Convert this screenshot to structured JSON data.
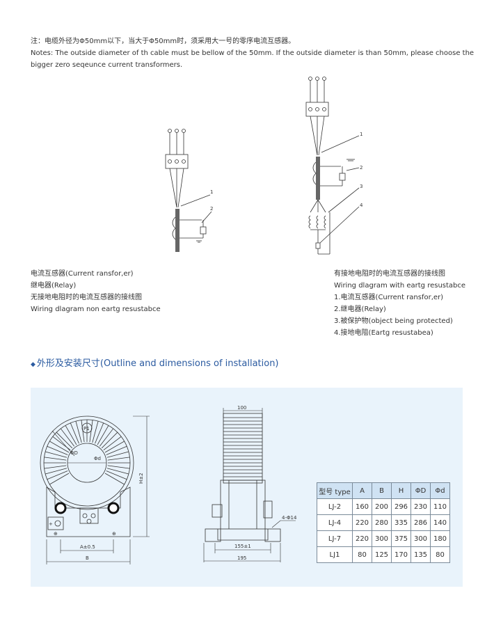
{
  "notes": {
    "line1": "注：电缆外径为Φ50mm以下，当大于Φ50mm时，须采用大一号的零序电流互感器。",
    "line2": "Notes: The outside diameter of th cable must be bellow of the 50mm. If the outside diameter is than 50mm, please choose the",
    "line3": " bigger zero seqeunce current transformers."
  },
  "diagram_left": {
    "label1": "1",
    "label2": "2",
    "caption": [
      "电流互感器(Current ransfor,er)",
      "继电器(Relay)",
      "无接地电阻时的电流互感器的接线图",
      "Wiring dlagram non eartg resustabce"
    ]
  },
  "diagram_right": {
    "label1": "1",
    "label2": "2",
    "label3": "3",
    "label4": "4",
    "caption": [
      "有接地电阻时的电流互感器的接线图",
      "Wiring dlagram with  eartg resustabce",
      "1.电流互感器(Current ransfor,er)",
      "2.继电器(Relay)",
      "3.被保护物(object being protected)",
      "4.接地电阻(Eartg resustabea)"
    ]
  },
  "section": {
    "bullet": "◆",
    "title": "外形及安装尺寸(Outline and dimensions of installation)"
  },
  "front_view": {
    "p1": "P1",
    "d_label": "ΦD",
    "phid_label": "Φd",
    "h_label": "H±2",
    "a_label": "A±0.5",
    "b_label": "B",
    "plus": "+",
    "ground": "⊕"
  },
  "side_view": {
    "top_dim": "100",
    "hole_dim": "4-Φ14",
    "inner_dim": "155±1",
    "outer_dim": "195"
  },
  "spec_table": {
    "headers": [
      "型号 type",
      "A",
      "B",
      "H",
      "ΦD",
      "Φd"
    ],
    "rows": [
      [
        "LJ-2",
        "160",
        "200",
        "296",
        "230",
        "110"
      ],
      [
        "LJ-4",
        "220",
        "280",
        "335",
        "286",
        "140"
      ],
      [
        "LJ-7",
        "220",
        "300",
        "375",
        "300",
        "180"
      ],
      [
        "LJ1",
        "80",
        "125",
        "170",
        "135",
        "80"
      ]
    ]
  }
}
